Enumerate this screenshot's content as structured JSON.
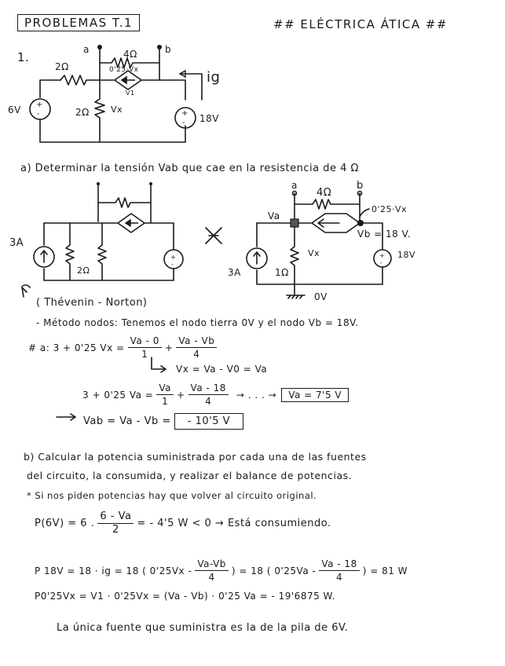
{
  "header": {
    "title": "PROBLEMAS T.1",
    "brand": "## ELÉCTRICA ÁTICA ##"
  },
  "problem": {
    "number": "1.",
    "circuit1": {
      "node_a": "a",
      "node_b": "b",
      "r_ab": "4Ω",
      "r_left": "2Ω",
      "r_mid": "2Ω",
      "dep_source": "0'25·Vx",
      "dep_label": "V1",
      "vx": "Vx",
      "source_left": "6V",
      "source_right": "18V",
      "current": "ig"
    },
    "part_a": {
      "statement": "a) Determinar la tensión Vab que cae en la resistencia de 4 Ω",
      "circuit_left": {
        "source": "3A",
        "resistor": "2Ω"
      },
      "circuit_right": {
        "node_a": "a",
        "node_b": "b",
        "r_ab": "4Ω",
        "va": "Va",
        "dep_source": "0'25·Vx",
        "vb": "Vb = 18 V.",
        "source": "18V",
        "current": "3A",
        "r": "1Ω",
        "vx": "Vx",
        "ground": "0V"
      },
      "method_note": "( Thévenin - Norton)",
      "line1": "- Método nodos: Tenemos el nodo tierra 0V y el nodo Vb = 18V.",
      "eq1_prefix": "# a:  3 + 0'25 Vx =",
      "eq1_f1_num": "Va - 0",
      "eq1_f1_den": "1",
      "eq1_plus": "+",
      "eq1_f2_num": "Va - Vb",
      "eq1_f2_den": "4",
      "eq1_sub": "Vx = Va - V0 = Va",
      "eq2_prefix": "3 + 0'25 Va =",
      "eq2_f1_num": "Va",
      "eq2_f1_den": "1",
      "eq2_plus": "+",
      "eq2_f2_num": "Va - 18",
      "eq2_f2_den": "4",
      "eq2_arrow": "→ . . . →",
      "va_result": "Va = 7'5 V",
      "vab_expr": "Vab = Va - Vb =",
      "vab_result": "- 10'5 V"
    },
    "part_b": {
      "statement_1": "b) Calcular la potencia suministrada por cada una de las fuentes",
      "statement_2": "del circuito, la consumida, y realizar el balance de potencias.",
      "note": "* Si nos piden potencias hay que volver al circuito original.",
      "p6v_prefix": "P(6V) =  6 .",
      "p6v_num": "6 - Va",
      "p6v_den": "2",
      "p6v_result": "= - 4'5 W  < 0 → Está consumiendo.",
      "p18v_prefix": "P 18V = 18 · ig = 18 ( 0'25Vx -",
      "p18v_f1_num": "Va-Vb",
      "p18v_f1_den": "4",
      "p18v_mid": ") = 18 ( 0'25Va -",
      "p18v_f2_num": "Va - 18",
      "p18v_f2_den": "4",
      "p18v_result": ") = 81 W",
      "pdep": "P0'25Vx = V1 · 0'25Vx = (Va - Vb) · 0'25 Va = - 19'6875 W.",
      "conclusion": "La única fuente que suministra es la de la pila de 6V."
    }
  }
}
